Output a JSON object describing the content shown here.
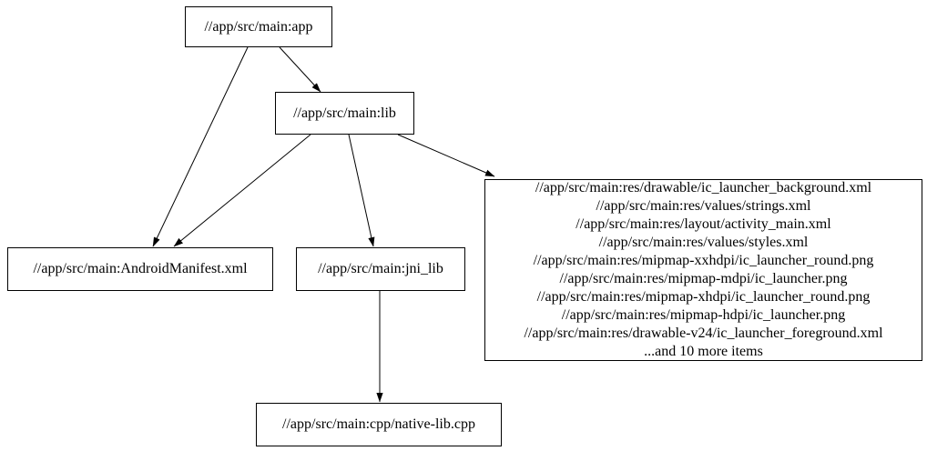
{
  "graph": {
    "background_color": "#ffffff",
    "node_border_color": "#000000",
    "edge_color": "#000000",
    "text_color": "#000000",
    "nodes": {
      "app": {
        "label": "//app/src/main:app"
      },
      "lib": {
        "label": "//app/src/main:lib"
      },
      "android_manifest": {
        "label": "//app/src/main:AndroidManifest.xml"
      },
      "jni_lib": {
        "label": "//app/src/main:jni_lib"
      },
      "resources": {
        "lines": [
          "//app/src/main:res/drawable/ic_launcher_background.xml",
          "//app/src/main:res/values/strings.xml",
          "//app/src/main:res/layout/activity_main.xml",
          "//app/src/main:res/values/styles.xml",
          "//app/src/main:res/mipmap-xxhdpi/ic_launcher_round.png",
          "//app/src/main:res/mipmap-mdpi/ic_launcher.png",
          "//app/src/main:res/mipmap-xhdpi/ic_launcher_round.png",
          "//app/src/main:res/mipmap-hdpi/ic_launcher.png",
          "//app/src/main:res/drawable-v24/ic_launcher_foreground.xml",
          "...and 10 more items"
        ]
      },
      "native_lib_cpp": {
        "label": "//app/src/main:cpp/native-lib.cpp"
      }
    },
    "edges": [
      {
        "from": "app",
        "to": "lib"
      },
      {
        "from": "app",
        "to": "android_manifest"
      },
      {
        "from": "lib",
        "to": "android_manifest"
      },
      {
        "from": "lib",
        "to": "jni_lib"
      },
      {
        "from": "lib",
        "to": "resources"
      },
      {
        "from": "jni_lib",
        "to": "native_lib_cpp"
      }
    ]
  }
}
